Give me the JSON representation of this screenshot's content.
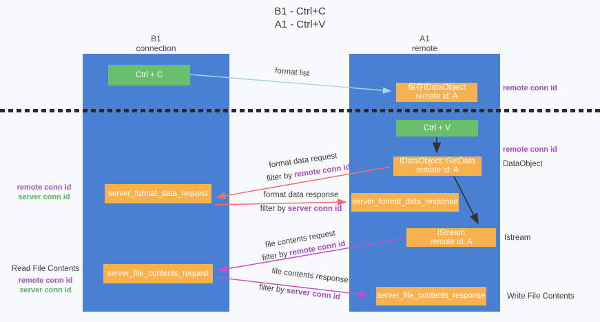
{
  "title": {
    "line1": "B1 - Ctrl+C",
    "line2": "A1 - Ctrl+V"
  },
  "lanes": {
    "left": {
      "title": "B1",
      "subtitle": "connection"
    },
    "right": {
      "title": "A1",
      "subtitle": "remote"
    }
  },
  "nodes": {
    "ctrl_c": {
      "label": "Ctrl + C"
    },
    "save_dataobject": {
      "line1": "保存IDataObject",
      "line2": "remote id: A"
    },
    "ctrl_v": {
      "label": "Ctrl + V"
    },
    "getdata": {
      "line1": "IDataObject::GetData",
      "line2": "remote id: A"
    },
    "server_format_data_request": {
      "label": "server_format_data_request"
    },
    "server_format_data_response": {
      "label": "server_format_data_response"
    },
    "istream": {
      "line1": "IStream",
      "line2": "remote id: A"
    },
    "server_file_contents_request": {
      "label": "server_file_contents_request"
    },
    "server_file_contents_response": {
      "label": "server_file_contents_response"
    }
  },
  "annotations": {
    "right_remote_conn_top": "remote conn id",
    "right_remote_conn_mid": "remote conn id",
    "right_dataobject": "DataObject",
    "right_istream": "Istream",
    "right_write_file": "Write File Contents",
    "left_remote_conn_1": "remote conn id",
    "left_server_conn_1": "server conn id",
    "left_read_file": "Read File Contents",
    "left_remote_conn_2": "remote conn id",
    "left_server_conn_2": "server conn id"
  },
  "flow_labels": {
    "format_list": "format list",
    "format_data_request": "format data request",
    "format_data_response": "format data response",
    "file_contents_request": "file contents request",
    "file_contents_response": "file contents response",
    "filter_by": "filter by",
    "remote_conn_id": "remote conn id",
    "server_conn_id": "server conn id"
  },
  "colors": {
    "lane_blue": "#4a80d4",
    "node_green": "#6abf6c",
    "node_orange": "#f9b04e",
    "arrow_lightblue": "#a6d3f0",
    "arrow_salmon": "#ee7070",
    "arrow_magenta": "#c94fc9",
    "arrow_black": "#333333",
    "text_purple": "#a44fc4",
    "text_green": "#57b35f",
    "divider_black": "#2a2a2a"
  }
}
